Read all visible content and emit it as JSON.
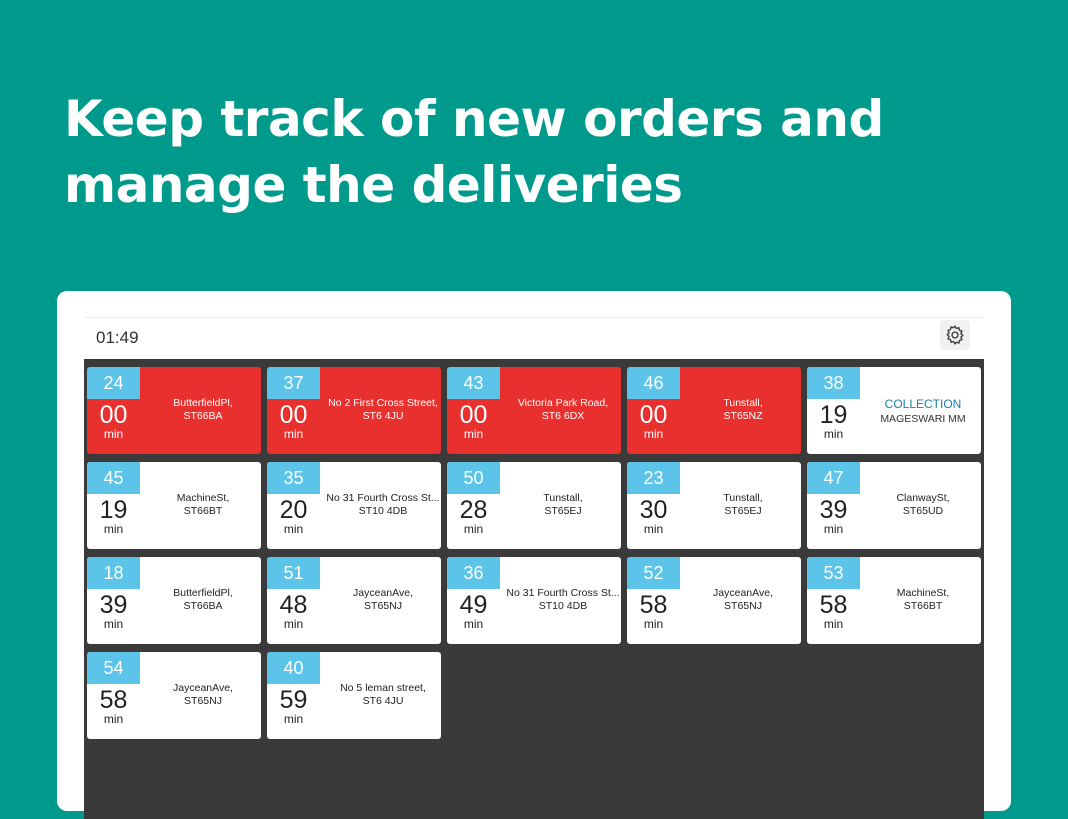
{
  "headline": "Keep track of new orders and manage the deliveries",
  "app": {
    "clock": "01:49",
    "settings_icon": "gear-icon",
    "colors": {
      "background": "#009a8c",
      "late": "#e8312f",
      "badge": "#5cc4e8",
      "board": "#3a3a3a",
      "collection": "#1a7ea8"
    },
    "orders": [
      {
        "number": "24",
        "minutes": "00",
        "min_label": "min",
        "line1": "ButterfieldPl,",
        "line2": "ST66BA",
        "late": true
      },
      {
        "number": "37",
        "minutes": "00",
        "min_label": "min",
        "line1": "No 2 First Cross Street,",
        "line2": "ST6 4JU",
        "late": true
      },
      {
        "number": "43",
        "minutes": "00",
        "min_label": "min",
        "line1": "Victoria Park Road,",
        "line2": "ST6 6DX",
        "late": true
      },
      {
        "number": "46",
        "minutes": "00",
        "min_label": "min",
        "line1": "Tunstall,",
        "line2": "ST65NZ",
        "late": true
      },
      {
        "number": "38",
        "minutes": "19",
        "min_label": "min",
        "collection": true,
        "line1": "COLLECTION",
        "line2": "MAGESWARI MM",
        "late": false
      },
      {
        "number": "45",
        "minutes": "19",
        "min_label": "min",
        "line1": "MachineSt,",
        "line2": "ST66BT",
        "late": false
      },
      {
        "number": "35",
        "minutes": "20",
        "min_label": "min",
        "line1": "No 31 Fourth Cross St...",
        "line2": "ST10 4DB",
        "late": false
      },
      {
        "number": "50",
        "minutes": "28",
        "min_label": "min",
        "line1": "Tunstall,",
        "line2": "ST65EJ",
        "late": false
      },
      {
        "number": "23",
        "minutes": "30",
        "min_label": "min",
        "line1": "Tunstall,",
        "line2": "ST65EJ",
        "late": false
      },
      {
        "number": "47",
        "minutes": "39",
        "min_label": "min",
        "line1": "ClanwaySt,",
        "line2": "ST65UD",
        "late": false
      },
      {
        "number": "18",
        "minutes": "39",
        "min_label": "min",
        "line1": "ButterfieldPl,",
        "line2": "ST66BA",
        "late": false
      },
      {
        "number": "51",
        "minutes": "48",
        "min_label": "min",
        "line1": "JayceanAve,",
        "line2": "ST65NJ",
        "late": false
      },
      {
        "number": "36",
        "minutes": "49",
        "min_label": "min",
        "line1": "No 31 Fourth Cross St...",
        "line2": "ST10 4DB",
        "late": false
      },
      {
        "number": "52",
        "minutes": "58",
        "min_label": "min",
        "line1": "JayceanAve,",
        "line2": "ST65NJ",
        "late": false
      },
      {
        "number": "53",
        "minutes": "58",
        "min_label": "min",
        "line1": "MachineSt,",
        "line2": "ST66BT",
        "late": false
      },
      {
        "number": "54",
        "minutes": "58",
        "min_label": "min",
        "line1": "JayceanAve,",
        "line2": "ST65NJ",
        "late": false
      },
      {
        "number": "40",
        "minutes": "59",
        "min_label": "min",
        "line1": "No 5 leman street,",
        "line2": "ST6 4JU",
        "late": false
      }
    ]
  }
}
